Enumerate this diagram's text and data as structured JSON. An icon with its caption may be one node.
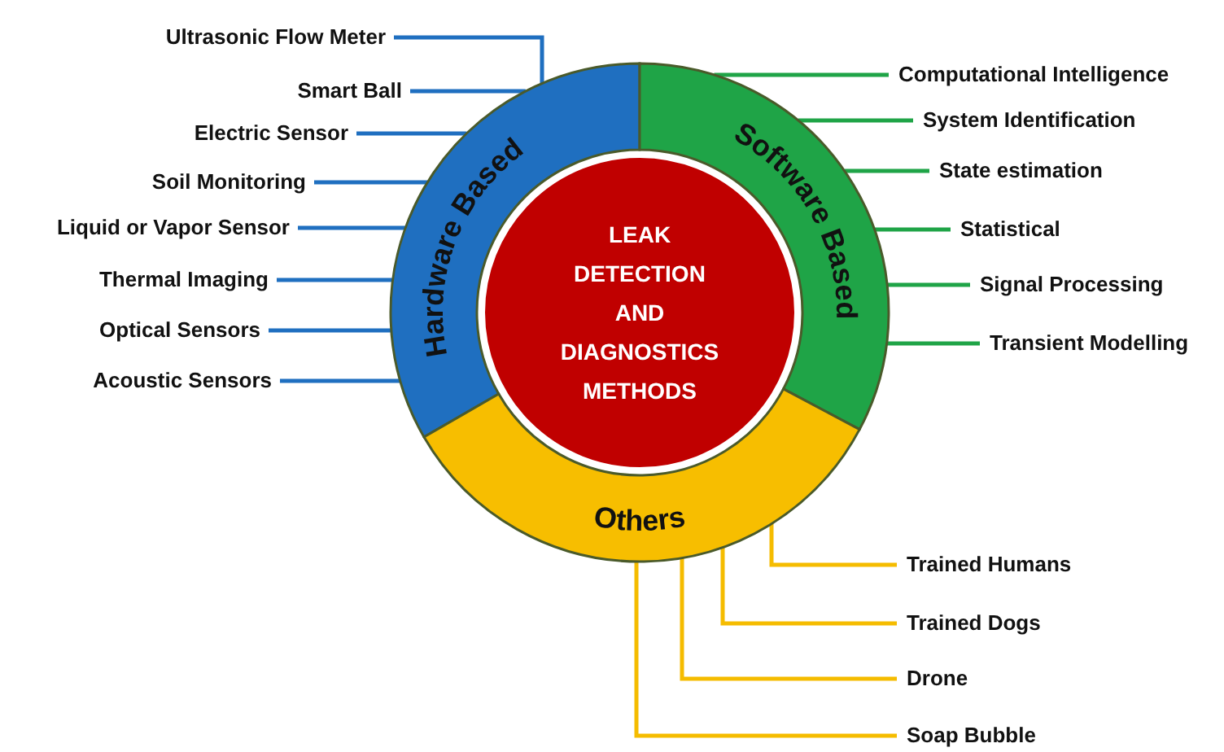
{
  "diagram": {
    "nodes": [
      {
        "text": [
          "LEAK DETECTION AND DIAGNOSTICS METHODS"
        ]
      },
      {
        "text": [
          "Hardware Based"
        ]
      },
      {
        "text": [
          "Software Based"
        ]
      },
      {
        "text": [
          "Others"
        ]
      },
      {
        "text": [
          "Ultrasonic Flow Meter"
        ]
      },
      {
        "text": [
          "Smart Ball"
        ]
      },
      {
        "text": [
          "Electric Sensor"
        ]
      },
      {
        "text": [
          "Soil Monitoring"
        ]
      },
      {
        "text": [
          "Liquid or Vapor Sensor"
        ]
      },
      {
        "text": [
          "Thermal Imaging"
        ]
      },
      {
        "text": [
          "Optical Sensors"
        ]
      },
      {
        "text": [
          "Acoustic Sensors"
        ]
      },
      {
        "text": [
          "Computational Intelligence"
        ]
      },
      {
        "text": [
          "System Identification"
        ]
      },
      {
        "text": [
          "State estimation"
        ]
      },
      {
        "text": [
          "Statistical"
        ]
      },
      {
        "text": [
          "Signal Processing"
        ]
      },
      {
        "text": [
          "Transient Modelling"
        ]
      },
      {
        "text": [
          "Trained Humans"
        ]
      },
      {
        "text": [
          "Trained Dogs"
        ]
      },
      {
        "text": [
          "Drone"
        ]
      },
      {
        "text": [
          "Soap Bubble"
        ]
      }
    ],
    "edges": [
      {
        "from": 4,
        "to": 1,
        "arrow": "none"
      },
      {
        "from": 5,
        "to": 1,
        "arrow": "none"
      },
      {
        "from": 6,
        "to": 1,
        "arrow": "none"
      },
      {
        "from": 7,
        "to": 1,
        "arrow": "none"
      },
      {
        "from": 8,
        "to": 1,
        "arrow": "none"
      },
      {
        "from": 9,
        "to": 1,
        "arrow": "none"
      },
      {
        "from": 10,
        "to": 1,
        "arrow": "none"
      },
      {
        "from": 11,
        "to": 1,
        "arrow": "none"
      },
      {
        "from": 12,
        "to": 2,
        "arrow": "none",
        "color": "#1fa447"
      },
      {
        "from": 13,
        "to": 2,
        "arrow": "none",
        "color": "#1fa447"
      },
      {
        "from": 14,
        "to": 2,
        "arrow": "none",
        "color": "#1fa447"
      },
      {
        "from": 15,
        "to": 2,
        "arrow": "none",
        "color": "#1fa447"
      },
      {
        "from": 16,
        "to": 2,
        "arrow": "none",
        "color": "#1fa447"
      },
      {
        "from": 17,
        "to": 2,
        "arrow": "none",
        "color": "#1fa447"
      },
      {
        "from": 18,
        "to": 3,
        "arrow": "none",
        "color": "#f5bc00"
      },
      {
        "from": 19,
        "to": 3,
        "arrow": "none",
        "color": "#f5bc00"
      },
      {
        "from": 20,
        "to": 3,
        "arrow": "none",
        "color": "#f5bc00"
      },
      {
        "from": 21,
        "to": 3,
        "arrow": "none",
        "color": "#f5bc00"
      }
    ]
  }
}
